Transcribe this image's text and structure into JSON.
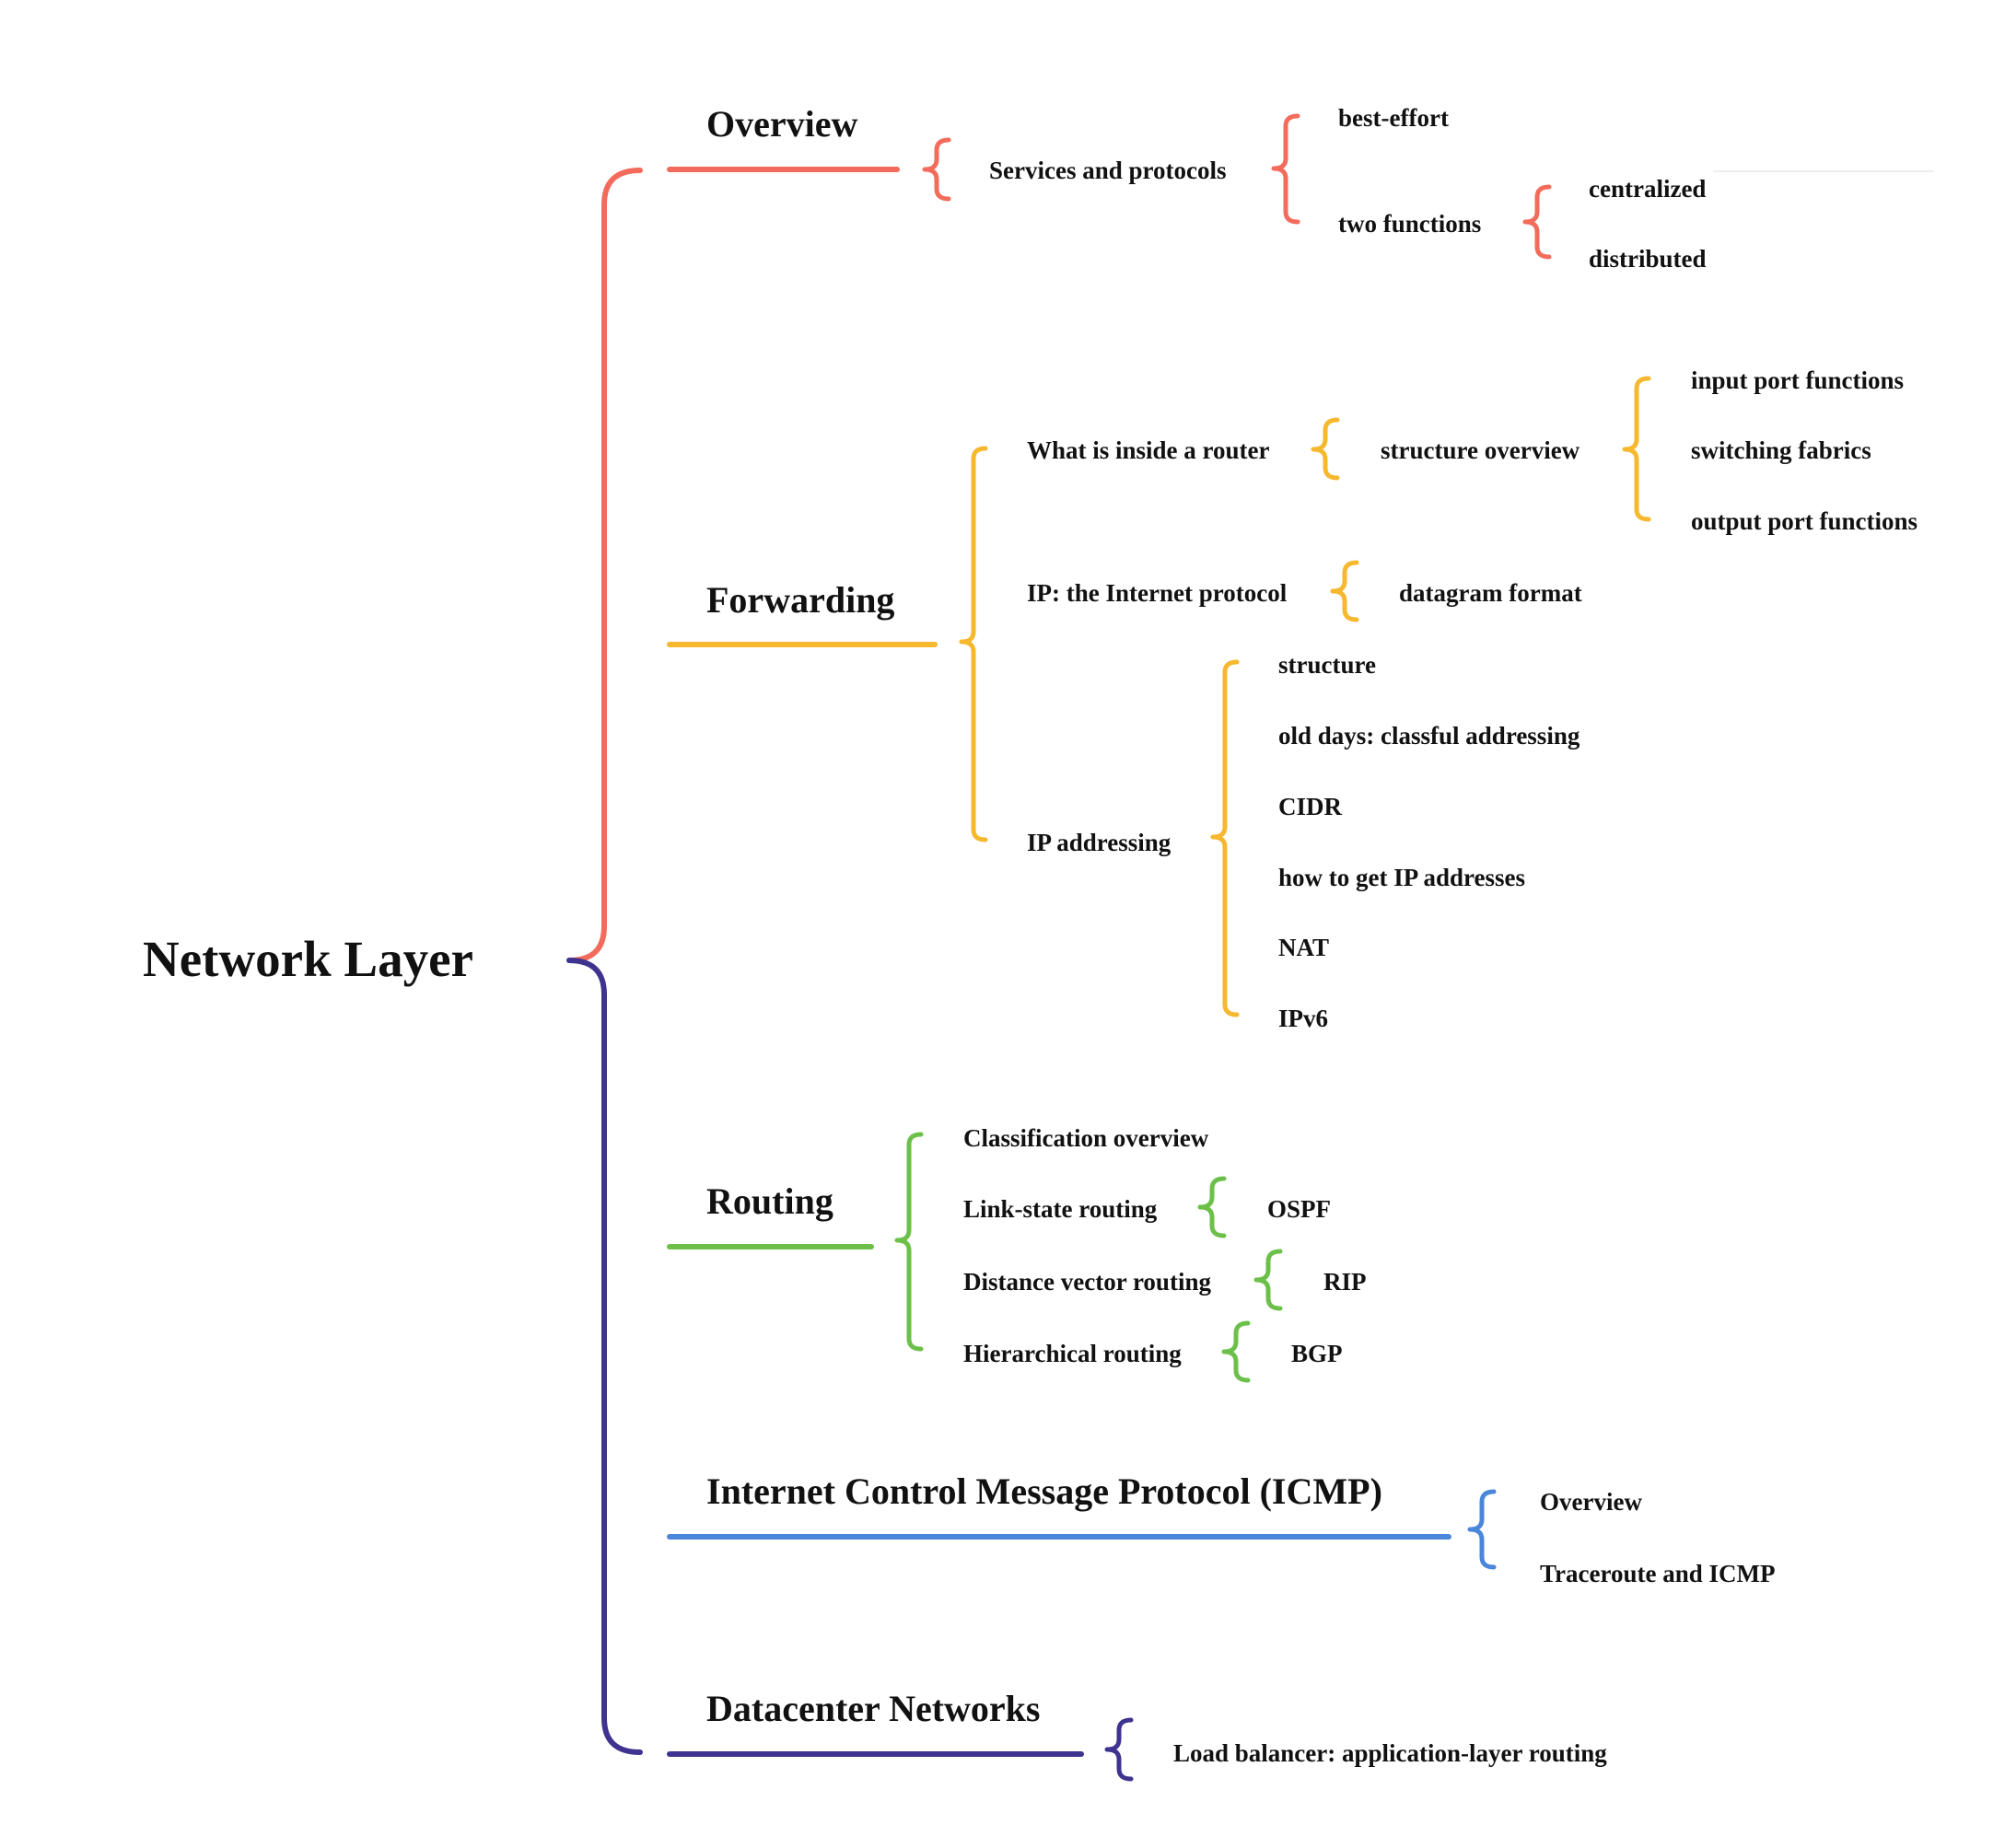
{
  "colors": {
    "overview": "#F26B5B",
    "forwarding": "#F5B82E",
    "routing": "#6CC04A",
    "icmp": "#4A86D9",
    "datacenter": "#3E3490"
  },
  "root": {
    "label": "Network Layer"
  },
  "branches": {
    "overview": {
      "label": "Overview",
      "services": "Services and protocols",
      "best_effort": "best-effort",
      "two_functions": "two functions",
      "centralized": "centralized",
      "distributed": "distributed"
    },
    "forwarding": {
      "label": "Forwarding",
      "router": "What is inside a router",
      "structure_overview": "structure overview",
      "input_port": "input port functions",
      "switching": "switching fabrics",
      "output_port": "output port functions",
      "ip": "IP: the Internet protocol",
      "datagram": "datagram format",
      "ip_addressing": "IP addressing",
      "structure": "structure",
      "classful": "old days: classful addressing",
      "cidr": "CIDR",
      "get_ip": "how to get IP addresses",
      "nat": "NAT",
      "ipv6": "IPv6"
    },
    "routing": {
      "label": "Routing",
      "classification": "Classification overview",
      "link_state": "Link-state routing",
      "ospf": "OSPF",
      "distance_vector": "Distance vector routing",
      "rip": "RIP",
      "hierarchical": "Hierarchical routing",
      "bgp": "BGP"
    },
    "icmp": {
      "label": "Internet Control Message Protocol (ICMP)",
      "overview": "Overview",
      "traceroute": "Traceroute and ICMP"
    },
    "datacenter": {
      "label": "Datacenter Networks",
      "load_balancer": "Load balancer: application-layer routing"
    }
  }
}
